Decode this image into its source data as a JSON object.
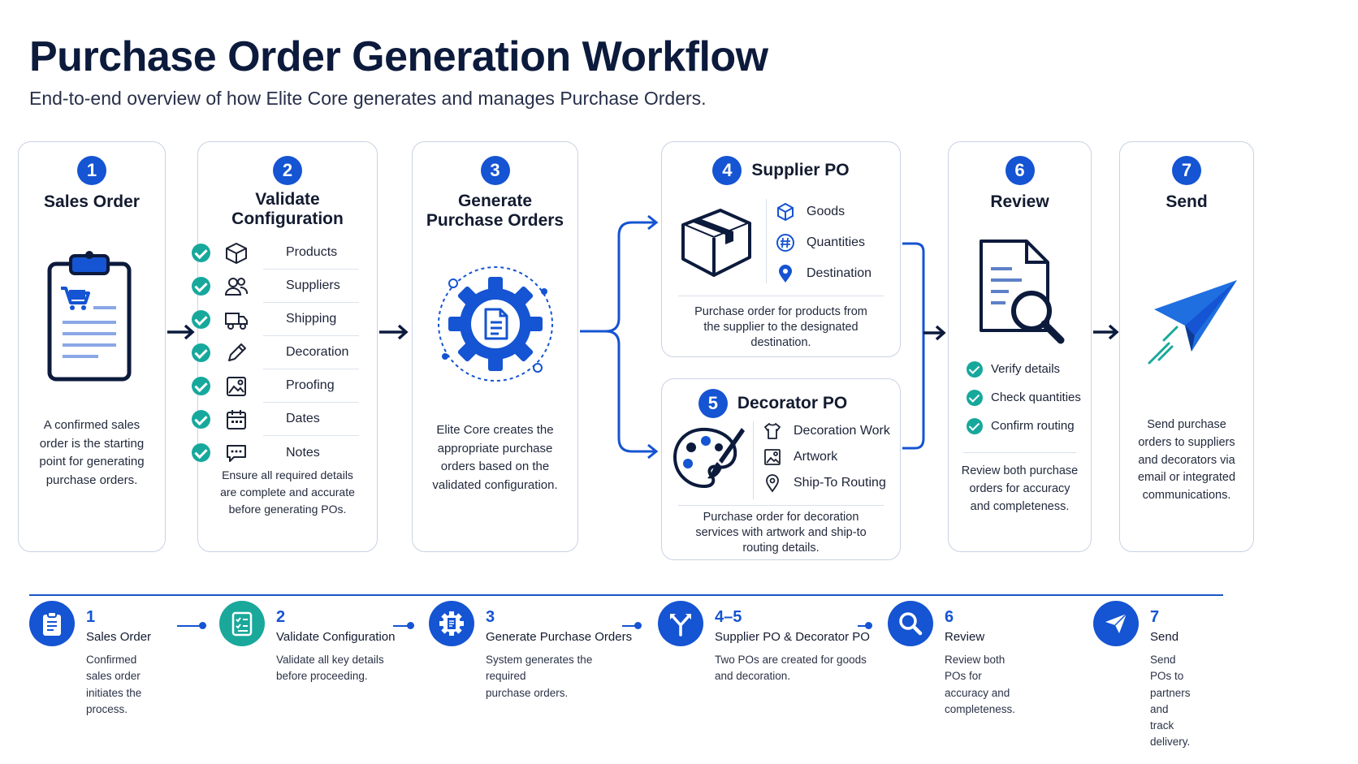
{
  "title": "Purchase Order Generation Workflow",
  "subtitle": "End-to-end overview of how Elite Core generates and manages Purchase Orders.",
  "colors": {
    "primary": "#1554d2",
    "teal": "#17a89c",
    "navy": "#0c1a3c",
    "border": "#c9d2e3"
  },
  "steps": {
    "s1": {
      "num": "1",
      "title": "Sales Order",
      "icon": "clipboard-cart-icon",
      "desc": "A confirmed sales order is the starting point for generating purchase orders."
    },
    "s2": {
      "num": "2",
      "title": "Validate Configuration",
      "items": [
        {
          "label": "Products",
          "icon": "cube-icon"
        },
        {
          "label": "Suppliers",
          "icon": "users-icon"
        },
        {
          "label": "Shipping",
          "icon": "truck-icon"
        },
        {
          "label": "Decoration",
          "icon": "pencil-icon"
        },
        {
          "label": "Proofing",
          "icon": "image-icon"
        },
        {
          "label": "Dates",
          "icon": "calendar-icon"
        },
        {
          "label": "Notes",
          "icon": "chat-icon"
        }
      ],
      "desc": "Ensure all required details are complete and accurate before generating POs."
    },
    "s3": {
      "num": "3",
      "title": "Generate Purchase Orders",
      "icon": "gear-document-icon",
      "desc": "Elite Core creates the appropriate purchase orders based on the validated configuration."
    },
    "s4": {
      "num": "4",
      "title": "Supplier PO",
      "icon": "box-icon",
      "items": [
        {
          "label": "Goods",
          "icon": "cube-icon"
        },
        {
          "label": "Quantities",
          "icon": "hash-icon"
        },
        {
          "label": "Destination",
          "icon": "location-pin-icon"
        }
      ],
      "desc": "Purchase order for products from the supplier to the designated destination."
    },
    "s5": {
      "num": "5",
      "title": "Decorator PO",
      "icon": "palette-icon",
      "items": [
        {
          "label": "Decoration Work",
          "icon": "shirt-icon"
        },
        {
          "label": "Artwork",
          "icon": "image-icon"
        },
        {
          "label": "Ship-To Routing",
          "icon": "location-pin-icon"
        }
      ],
      "desc": "Purchase order for decoration services with artwork and ship-to routing details."
    },
    "s6": {
      "num": "6",
      "title": "Review",
      "icon": "document-search-icon",
      "checks": [
        "Verify details",
        "Check quantities",
        "Confirm routing"
      ],
      "desc": "Review both purchase orders for accuracy and completeness."
    },
    "s7": {
      "num": "7",
      "title": "Send",
      "icon": "paper-plane-icon",
      "desc": "Send purchase orders to suppliers and decorators via email or integrated communications."
    }
  },
  "timeline": [
    {
      "num": "1",
      "label": "Sales Order",
      "desc": "Confirmed sales order\ninitiates the process.",
      "icon": "clipboard-icon"
    },
    {
      "num": "2",
      "label": "Validate Configuration",
      "desc": "Validate all key details\nbefore proceeding.",
      "icon": "checklist-icon"
    },
    {
      "num": "3",
      "label": "Generate Purchase Orders",
      "desc": "System generates the required\npurchase orders.",
      "icon": "gear-document-icon"
    },
    {
      "num": "4–5",
      "label": "Supplier PO & Decorator PO",
      "desc": "Two POs are created for goods\nand decoration.",
      "icon": "split-arrow-icon"
    },
    {
      "num": "6",
      "label": "Review",
      "desc": "Review both POs for\naccuracy and completeness.",
      "icon": "magnifier-icon"
    },
    {
      "num": "7",
      "label": "Send",
      "desc": "Send POs to partners\nand track delivery.",
      "icon": "paper-plane-icon"
    }
  ]
}
